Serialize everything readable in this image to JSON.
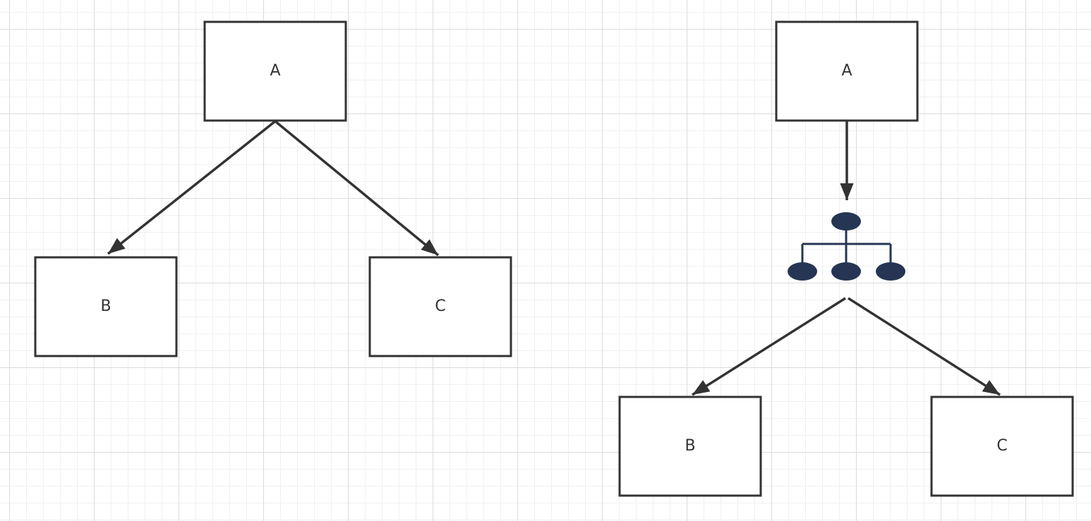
{
  "colors": {
    "stroke": "#333333",
    "node_fill": "#ffffff",
    "hierarchy_icon": "#253553",
    "grid_major": "#dcdcdc",
    "grid_minor": "#f0f0f0"
  },
  "left_diagram": {
    "nodes": {
      "a": "A",
      "b": "B",
      "c": "C"
    }
  },
  "right_diagram": {
    "nodes": {
      "a": "A",
      "b": "B",
      "c": "C"
    },
    "intermediate_icon": "hierarchy-icon"
  }
}
